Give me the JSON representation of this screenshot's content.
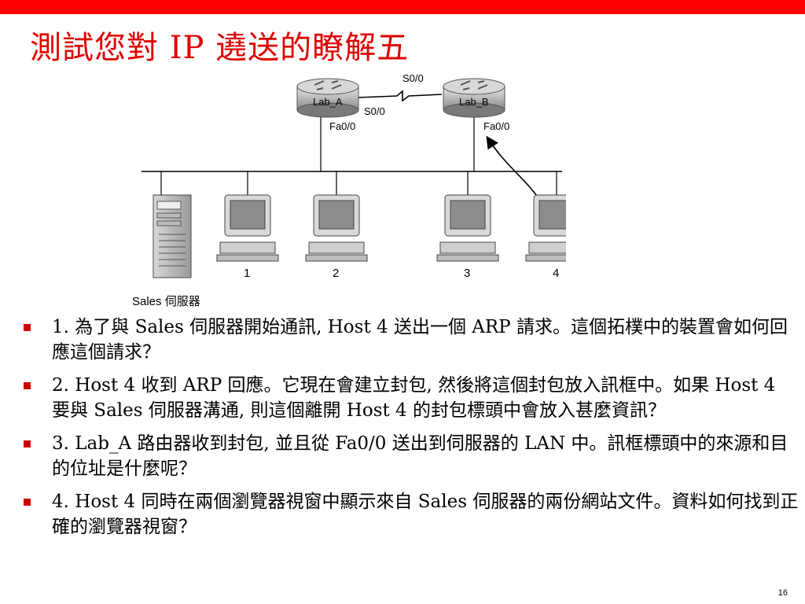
{
  "title": "測試您對 IP 遶送的瞭解五",
  "diagram": {
    "router_a_name": "Lab_A",
    "router_b_name": "Lab_B",
    "label_s0_top": "S0/0",
    "label_s0_bottom": "S0/0",
    "label_fa_a": "Fa0/0",
    "label_fa_b": "Fa0/0",
    "host_1": "1",
    "host_2": "2",
    "host_3": "3",
    "host_4": "4",
    "server_label": "Sales 伺服器"
  },
  "bullets": [
    "1. 為了與 Sales 伺服器開始通訊, Host 4 送出一個 ARP 請求。這個拓樸中的裝置會如何回應這個請求？",
    "2. Host 4 收到 ARP 回應。它現在會建立封包, 然後將這個封包放入訊框中。如果 Host 4 要與 Sales 伺服器溝通, 則這個離開 Host 4 的封包標頭中會放入甚麼資訊？",
    "3. Lab_A 路由器收到封包, 並且從 Fa0/0 送出到伺服器的 LAN 中。訊框標頭中的來源和目的位址是什麼呢？",
    "4. Host 4 同時在兩個瀏覽器視窗中顯示來自 Sales 伺服器的兩份網站文件。資料如何找到正確的瀏覽器視窗？"
  ],
  "page_number": "16",
  "colors": {
    "accent": "#ff0000",
    "title": "#e00000",
    "bullet": "#cc0000"
  }
}
